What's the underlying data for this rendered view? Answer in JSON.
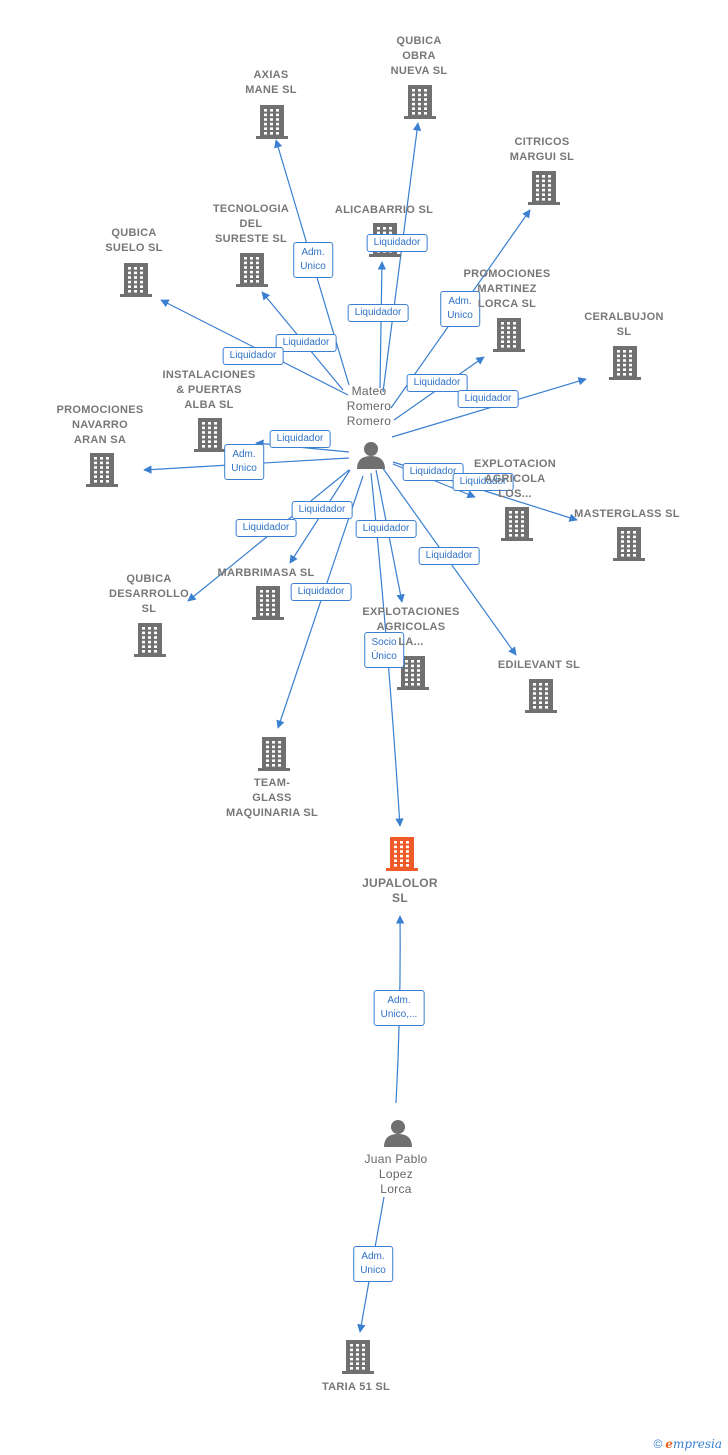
{
  "colors": {
    "edge": "#3a7fd0",
    "building": "#707070",
    "focus": "#f05a28",
    "person": "#707070"
  },
  "nodes": [
    {
      "id": "axias",
      "type": "company",
      "label": "AXIAS\nMANE SL"
    },
    {
      "id": "qubica_obra",
      "type": "company",
      "label": "QUBICA\nOBRA\nNUEVA  SL"
    },
    {
      "id": "citricos",
      "type": "company",
      "label": "CITRICOS\nMARGUI SL"
    },
    {
      "id": "tecnologia",
      "type": "company",
      "label": "TECNOLOGIA\nDEL\nSURESTE  SL"
    },
    {
      "id": "alicabarrio",
      "type": "company",
      "label": "ALICABARRIO SL"
    },
    {
      "id": "qubica_suelo",
      "type": "company",
      "label": "QUBICA\nSUELO  SL"
    },
    {
      "id": "promociones_martinez",
      "type": "company",
      "label": "PROMOCIONES\nMARTINEZ\nLORCA SL"
    },
    {
      "id": "ceralbujon",
      "type": "company",
      "label": "CERALBUJON\nSL"
    },
    {
      "id": "instalaciones",
      "type": "company",
      "label": "INSTALACIONES\n& PUERTAS\nALBA SL"
    },
    {
      "id": "promociones_navarro",
      "type": "company",
      "label": "PROMOCIONES\nNAVARRO\nARAN SA"
    },
    {
      "id": "explotacion_agricola",
      "type": "company",
      "label": "EXPLOTACION\nAGRICOLA\nLOS..."
    },
    {
      "id": "masterglass",
      "type": "company",
      "label": "MASTERGLASS SL"
    },
    {
      "id": "qubica_desarrollo",
      "type": "company",
      "label": "QUBICA\nDESARROLLO\nSL"
    },
    {
      "id": "marbrimasa",
      "type": "company",
      "label": "MARBRIMASA SL"
    },
    {
      "id": "explotaciones",
      "type": "company",
      "label": "EXPLOTACIONES\nAGRICOLAS\nLA..."
    },
    {
      "id": "edilevant",
      "type": "company",
      "label": "EDILEVANT SL"
    },
    {
      "id": "team_glass",
      "type": "company",
      "label": "TEAM-\nGLASS\nMAQUINARIA SL"
    },
    {
      "id": "jupalolor",
      "type": "focus",
      "label": "JUPALOLOR\nSL"
    },
    {
      "id": "taria",
      "type": "company",
      "label": "TARIA 51  SL"
    },
    {
      "id": "mateo",
      "type": "person",
      "label": "Mateo\nRomero\nRomero"
    },
    {
      "id": "juan_pablo",
      "type": "person",
      "label": "Juan Pablo\nLopez\nLorca"
    }
  ],
  "edges": [
    {
      "from": "mateo",
      "to": "axias",
      "label": "Adm.\nUnico"
    },
    {
      "from": "mateo",
      "to": "qubica_obra",
      "label": "Liquidador"
    },
    {
      "from": "mateo",
      "to": "citricos",
      "label": "Adm.\nUnico"
    },
    {
      "from": "mateo",
      "to": "tecnologia",
      "label": "Liquidador"
    },
    {
      "from": "mateo",
      "to": "alicabarrio",
      "label": "Liquidador"
    },
    {
      "from": "mateo",
      "to": "qubica_suelo",
      "label": "Liquidador"
    },
    {
      "from": "mateo",
      "to": "promociones_martinez",
      "label": "Liquidador"
    },
    {
      "from": "mateo",
      "to": "ceralbujon",
      "label": "Liquidador"
    },
    {
      "from": "mateo",
      "to": "instalaciones",
      "label": "Liquidador"
    },
    {
      "from": "mateo",
      "to": "promociones_navarro",
      "label": "Adm.\nUnico"
    },
    {
      "from": "mateo",
      "to": "explotacion_agricola",
      "label": "Liquidador"
    },
    {
      "from": "mateo",
      "to": "masterglass",
      "label": "Liquidador"
    },
    {
      "from": "mateo",
      "to": "qubica_desarrollo",
      "label": "Liquidador"
    },
    {
      "from": "mateo",
      "to": "marbrimasa",
      "label": "Liquidador"
    },
    {
      "from": "mateo",
      "to": "explotaciones",
      "label": "Liquidador"
    },
    {
      "from": "mateo",
      "to": "edilevant",
      "label": "Liquidador"
    },
    {
      "from": "mateo",
      "to": "team_glass",
      "label": "Liquidador"
    },
    {
      "from": "mateo",
      "to": "jupalolor",
      "label": "Socio\nÚnico"
    },
    {
      "from": "juan_pablo",
      "to": "jupalolor",
      "label": "Adm.\nUnico,..."
    },
    {
      "from": "juan_pablo",
      "to": "taria",
      "label": "Adm.\nUnico"
    }
  ],
  "footer": {
    "copyright": "©",
    "brand_first": "e",
    "brand_rest": "mpresia"
  }
}
